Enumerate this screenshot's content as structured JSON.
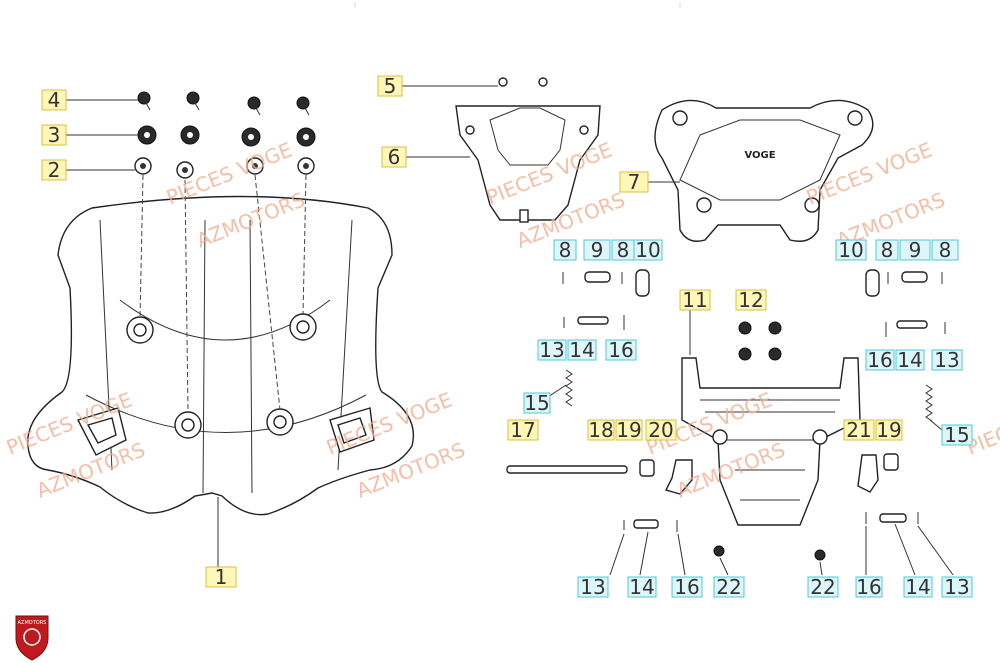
{
  "watermarks": {
    "brand": "PIECES VOGE",
    "site": "AZMOTORS"
  },
  "logo": {
    "text": "AZMOTORS"
  },
  "part_logo": {
    "text": "VOGE"
  },
  "callouts": {
    "c1": "1",
    "c2": "2",
    "c3": "3",
    "c4": "4",
    "c5": "5",
    "c6": "6",
    "c7": "7",
    "c8a": "8",
    "c8b": "8",
    "c8c": "8",
    "c8d": "8",
    "c9a": "9",
    "c9b": "9",
    "c10a": "10",
    "c10b": "10",
    "c11": "11",
    "c12": "12",
    "c13a": "13",
    "c13b": "13",
    "c13c": "13",
    "c13d": "13",
    "c14a": "14",
    "c14b": "14",
    "c14c": "14",
    "c14d": "14",
    "c15a": "15",
    "c15b": "15",
    "c16a": "16",
    "c16b": "16",
    "c16c": "16",
    "c16d": "16",
    "c17": "17",
    "c18": "18",
    "c19a": "19",
    "c19b": "19",
    "c20": "20",
    "c21": "21",
    "c22a": "22",
    "c22b": "22"
  },
  "colors": {
    "label_yellow": "#fff6b8",
    "label_cyan": "#dcf6fa",
    "watermark": "#f3a98a",
    "logo_red": "#c0191f"
  }
}
